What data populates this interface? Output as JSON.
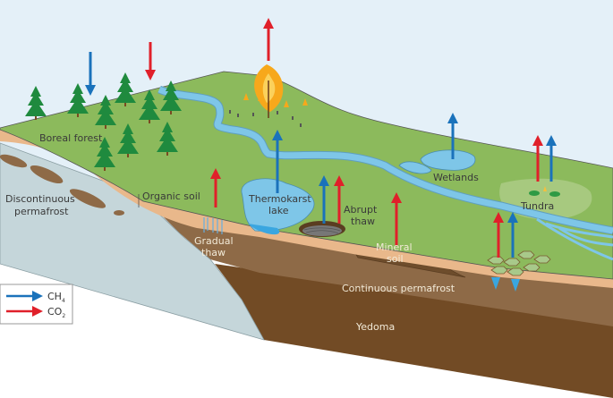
{
  "colors": {
    "ch4": "#1a72bb",
    "co2": "#e0202a",
    "sky": "#e4f0f8",
    "grass": "#8cba5c",
    "organic_soil": "#e9b88b",
    "discontinuous_permafrost": "#c5d6da",
    "continuous_permafrost": "#8e6a47",
    "yedoma": "#724b25",
    "water": "#7ec6e8",
    "tree": "#1f8a3e"
  },
  "labels": {
    "boreal_forest": "Boreal forest",
    "discontinuous_permafrost_1": "Discontinuous",
    "discontinuous_permafrost_2": "permafrost",
    "organic_soil": "Organic soil",
    "gradual_thaw_1": "Gradual",
    "gradual_thaw_2": "thaw",
    "thermokarst_lake_1": "Thermokarst",
    "thermokarst_lake_2": "lake",
    "abrupt_thaw_1": "Abrupt",
    "abrupt_thaw_2": "thaw",
    "mineral_soil_1": "Mineral",
    "mineral_soil_2": "soil",
    "wetlands": "Wetlands",
    "tundra": "Tundra",
    "continuous_permafrost": "Continuous permafrost",
    "yedoma": "Yedoma"
  },
  "legend": {
    "items": [
      {
        "gas": "CH",
        "subscript": "4",
        "color_key": "ch4"
      },
      {
        "gas": "CO",
        "subscript": "2",
        "color_key": "co2"
      }
    ]
  },
  "fluxes": [
    {
      "location": "boreal forest",
      "gas": "CH4",
      "direction": "down"
    },
    {
      "location": "boreal forest",
      "gas": "CO2",
      "direction": "down"
    },
    {
      "location": "fire",
      "gas": "CO2",
      "direction": "up"
    },
    {
      "location": "gradual thaw",
      "gas": "CO2",
      "direction": "up"
    },
    {
      "location": "thermokarst lake",
      "gas": "CH4",
      "direction": "up"
    },
    {
      "location": "abrupt thaw",
      "gas": "CH4",
      "direction": "up"
    },
    {
      "location": "abrupt thaw",
      "gas": "CO2",
      "direction": "up"
    },
    {
      "location": "mineral soil",
      "gas": "CO2",
      "direction": "up"
    },
    {
      "location": "wetlands",
      "gas": "CH4",
      "direction": "up"
    },
    {
      "location": "tundra",
      "gas": "CO2",
      "direction": "up"
    },
    {
      "location": "tundra",
      "gas": "CH4",
      "direction": "up"
    },
    {
      "location": "ice wedge polygons",
      "gas": "CO2",
      "direction": "up"
    },
    {
      "location": "ice wedge polygons",
      "gas": "CH4",
      "direction": "up"
    }
  ]
}
